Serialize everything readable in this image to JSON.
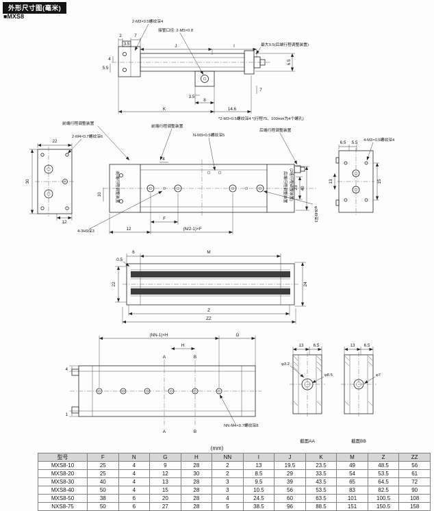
{
  "header": {
    "title": "外形尺寸图(毫米)",
    "model": "■MXS8"
  },
  "front_view": {
    "thread_label": "2-M3×0.5螺纹深4",
    "port_label": "接管口径: 2-M5×0.8",
    "max_label": "最大9.5(后端行程调整装置)",
    "footnote": "*2-M3×0.5螺纹深4 *(行程75、100mm为4个螺孔)",
    "dim_2": "2",
    "dim_7_top": "7",
    "dim_35_top": "3.5",
    "dim_4": "4",
    "dim_55": "5.5",
    "dim_J": "J",
    "dim_I": "I",
    "dim_65": "6.5",
    "dim_7_right": "7",
    "dim_35_port": "3.5",
    "dim_8": "8",
    "dim_K": "K",
    "dim_146": "14.6"
  },
  "plan_view": {
    "front_adjuster_1": "前端行程调整装置",
    "front_adjuster_2": "前端行程调整装置",
    "left_thread": "2-M4×0.7螺纹深6",
    "top_thread": "N-M3×0.5螺纹深5",
    "rear_adjuster": "后端行程调整装置",
    "front_adjuster_vertical": "前端行程调整装置",
    "rear_adjuster_vertical": "后端行程调整装置",
    "rear_adjuster_note": "(2组行程调整装置)",
    "hole_label": "4-3H9深3",
    "hole_label_vertical": "φ3H9深3",
    "pitch_label": "(N/2-1)×F",
    "dim_F": "F",
    "dim_12_bottom": "12",
    "dim_10": "10",
    "dim_4_top": "4",
    "dim_23": "23",
    "dim_40": "40",
    "left_view": {
      "dim_22": "22",
      "dim_30": "30",
      "dim_12": "12"
    },
    "right_view": {
      "dim_65": "6.5",
      "dim_55": "5.5",
      "dim_13": "13",
      "dim_15": "15",
      "thread": "4-M3×0.5螺纹深4"
    },
    "bottom_view": {
      "dim_6": "6",
      "dim_M": "M",
      "dim_05": "0.5",
      "dim_22": "22",
      "dim_24": "24",
      "dim_Z": "Z",
      "dim_ZZ": "ZZ"
    }
  },
  "side_view": {
    "dim_nn_h": "(NN-1)×H",
    "dim_G": "G",
    "dim_H": "H",
    "mark_A": "A",
    "mark_B": "B",
    "thread_label": "NN-M4×0.7螺纹深8",
    "dim_4": "4",
    "dim_1": "1",
    "section_aa": {
      "dim_13": "13",
      "dim_65": "6.5",
      "dia_32": "φ3.2",
      "dia_85": "φ8.5",
      "caption": "截面AA"
    },
    "section_bb": {
      "dim_13": "13",
      "dim_65": "6.5",
      "dia_7": "φ7",
      "caption": "截面BB"
    }
  },
  "table": {
    "unit_note": "(mm)",
    "headers": [
      "型号",
      "F",
      "N",
      "G",
      "H",
      "NN",
      "I",
      "J",
      "K",
      "M",
      "Z",
      "ZZ"
    ],
    "rows": [
      [
        "MXS8-10",
        "25",
        "4",
        "9",
        "28",
        "2",
        "13",
        "19.5",
        "23.5",
        "49",
        "48.5",
        "56"
      ],
      [
        "MXS8-20",
        "25",
        "4",
        "12",
        "30",
        "2",
        "8.5",
        "29",
        "33.5",
        "54",
        "53.5",
        "61"
      ],
      [
        "MXS8-30",
        "40",
        "4",
        "13",
        "28",
        "3",
        "9.5",
        "39",
        "43.5",
        "65",
        "64.5",
        "72"
      ],
      [
        "MXS8-40",
        "50",
        "4",
        "15",
        "28",
        "3",
        "10.5",
        "56",
        "53.5",
        "83",
        "82.5",
        "90"
      ],
      [
        "MXS8-50",
        "38",
        "6",
        "20",
        "28",
        "4",
        "24.5",
        "60",
        "63.5",
        "101",
        "100.5",
        "108"
      ],
      [
        "NXS8-75",
        "50",
        "6",
        "27",
        "28",
        "5",
        "38.5",
        "96",
        "88.5",
        "151",
        "150.5",
        "158"
      ]
    ]
  }
}
